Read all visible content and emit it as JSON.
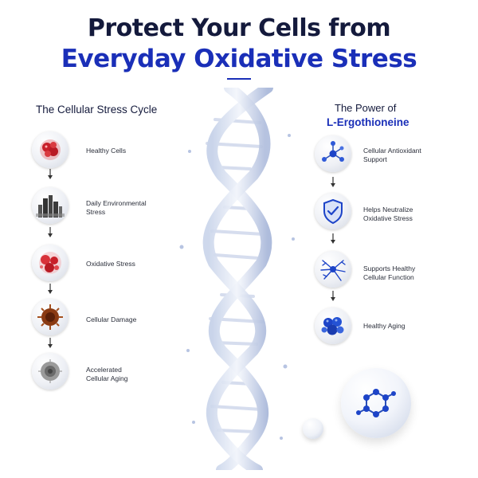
{
  "header": {
    "title_line1": "Protect Your Cells from",
    "title_line2": "Everyday Oxidative Stress"
  },
  "left": {
    "heading": "The Cellular Stress Cycle",
    "items": [
      {
        "label": "Healthy Cells",
        "icon": "healthy-cells-icon"
      },
      {
        "label": "Daily Environmental\nStress",
        "icon": "city-icon"
      },
      {
        "label": "Oxidative Stress",
        "icon": "oxidative-cells-icon"
      },
      {
        "label": "Cellular Damage",
        "icon": "damaged-cell-icon"
      },
      {
        "label": "Accelerated\nCellular Aging",
        "icon": "aging-cell-icon"
      }
    ]
  },
  "right": {
    "heading_line1": "The Power of",
    "heading_line2": "L-Ergothioneine",
    "items": [
      {
        "label": "Cellular Antioxidant\nSupport",
        "icon": "molecule-icon"
      },
      {
        "label": "Helps Neutralize\nOxidative Stress",
        "icon": "shield-check-icon"
      },
      {
        "label": "Supports Healthy\nCellular Function",
        "icon": "neuron-icon"
      },
      {
        "label": "Healthy Aging",
        "icon": "blue-cells-icon"
      }
    ]
  },
  "colors": {
    "navy": "#141a3c",
    "accent_blue": "#1a2fb8",
    "red": "#c8202a",
    "rust": "#8a3a12",
    "grey": "#7a7a7a",
    "icon_blue": "#1d44c8"
  }
}
